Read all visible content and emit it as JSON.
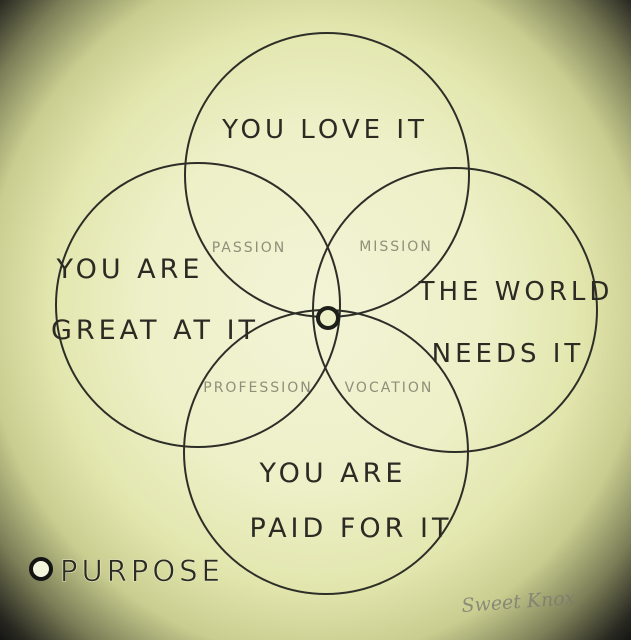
{
  "diagram": {
    "circles": {
      "top": "YOU LOVE IT",
      "left_line1": "YOU ARE",
      "left_line2": "GREAT AT IT",
      "right_line1": "THE WORLD",
      "right_line2": "NEEDS IT",
      "bottom_line1": "YOU ARE",
      "bottom_line2": "PAID FOR IT"
    },
    "overlaps": {
      "passion": "PASSION",
      "mission": "MISSION",
      "profession": "PROFESSION",
      "vocation": "VOCATION"
    },
    "legend": {
      "label": "PURPOSE"
    },
    "watermark": "Sweet Knox"
  },
  "colors": {
    "background": "#eef0c8",
    "ink": "#2b2b24",
    "overlap_text": "#8f8f7a"
  }
}
